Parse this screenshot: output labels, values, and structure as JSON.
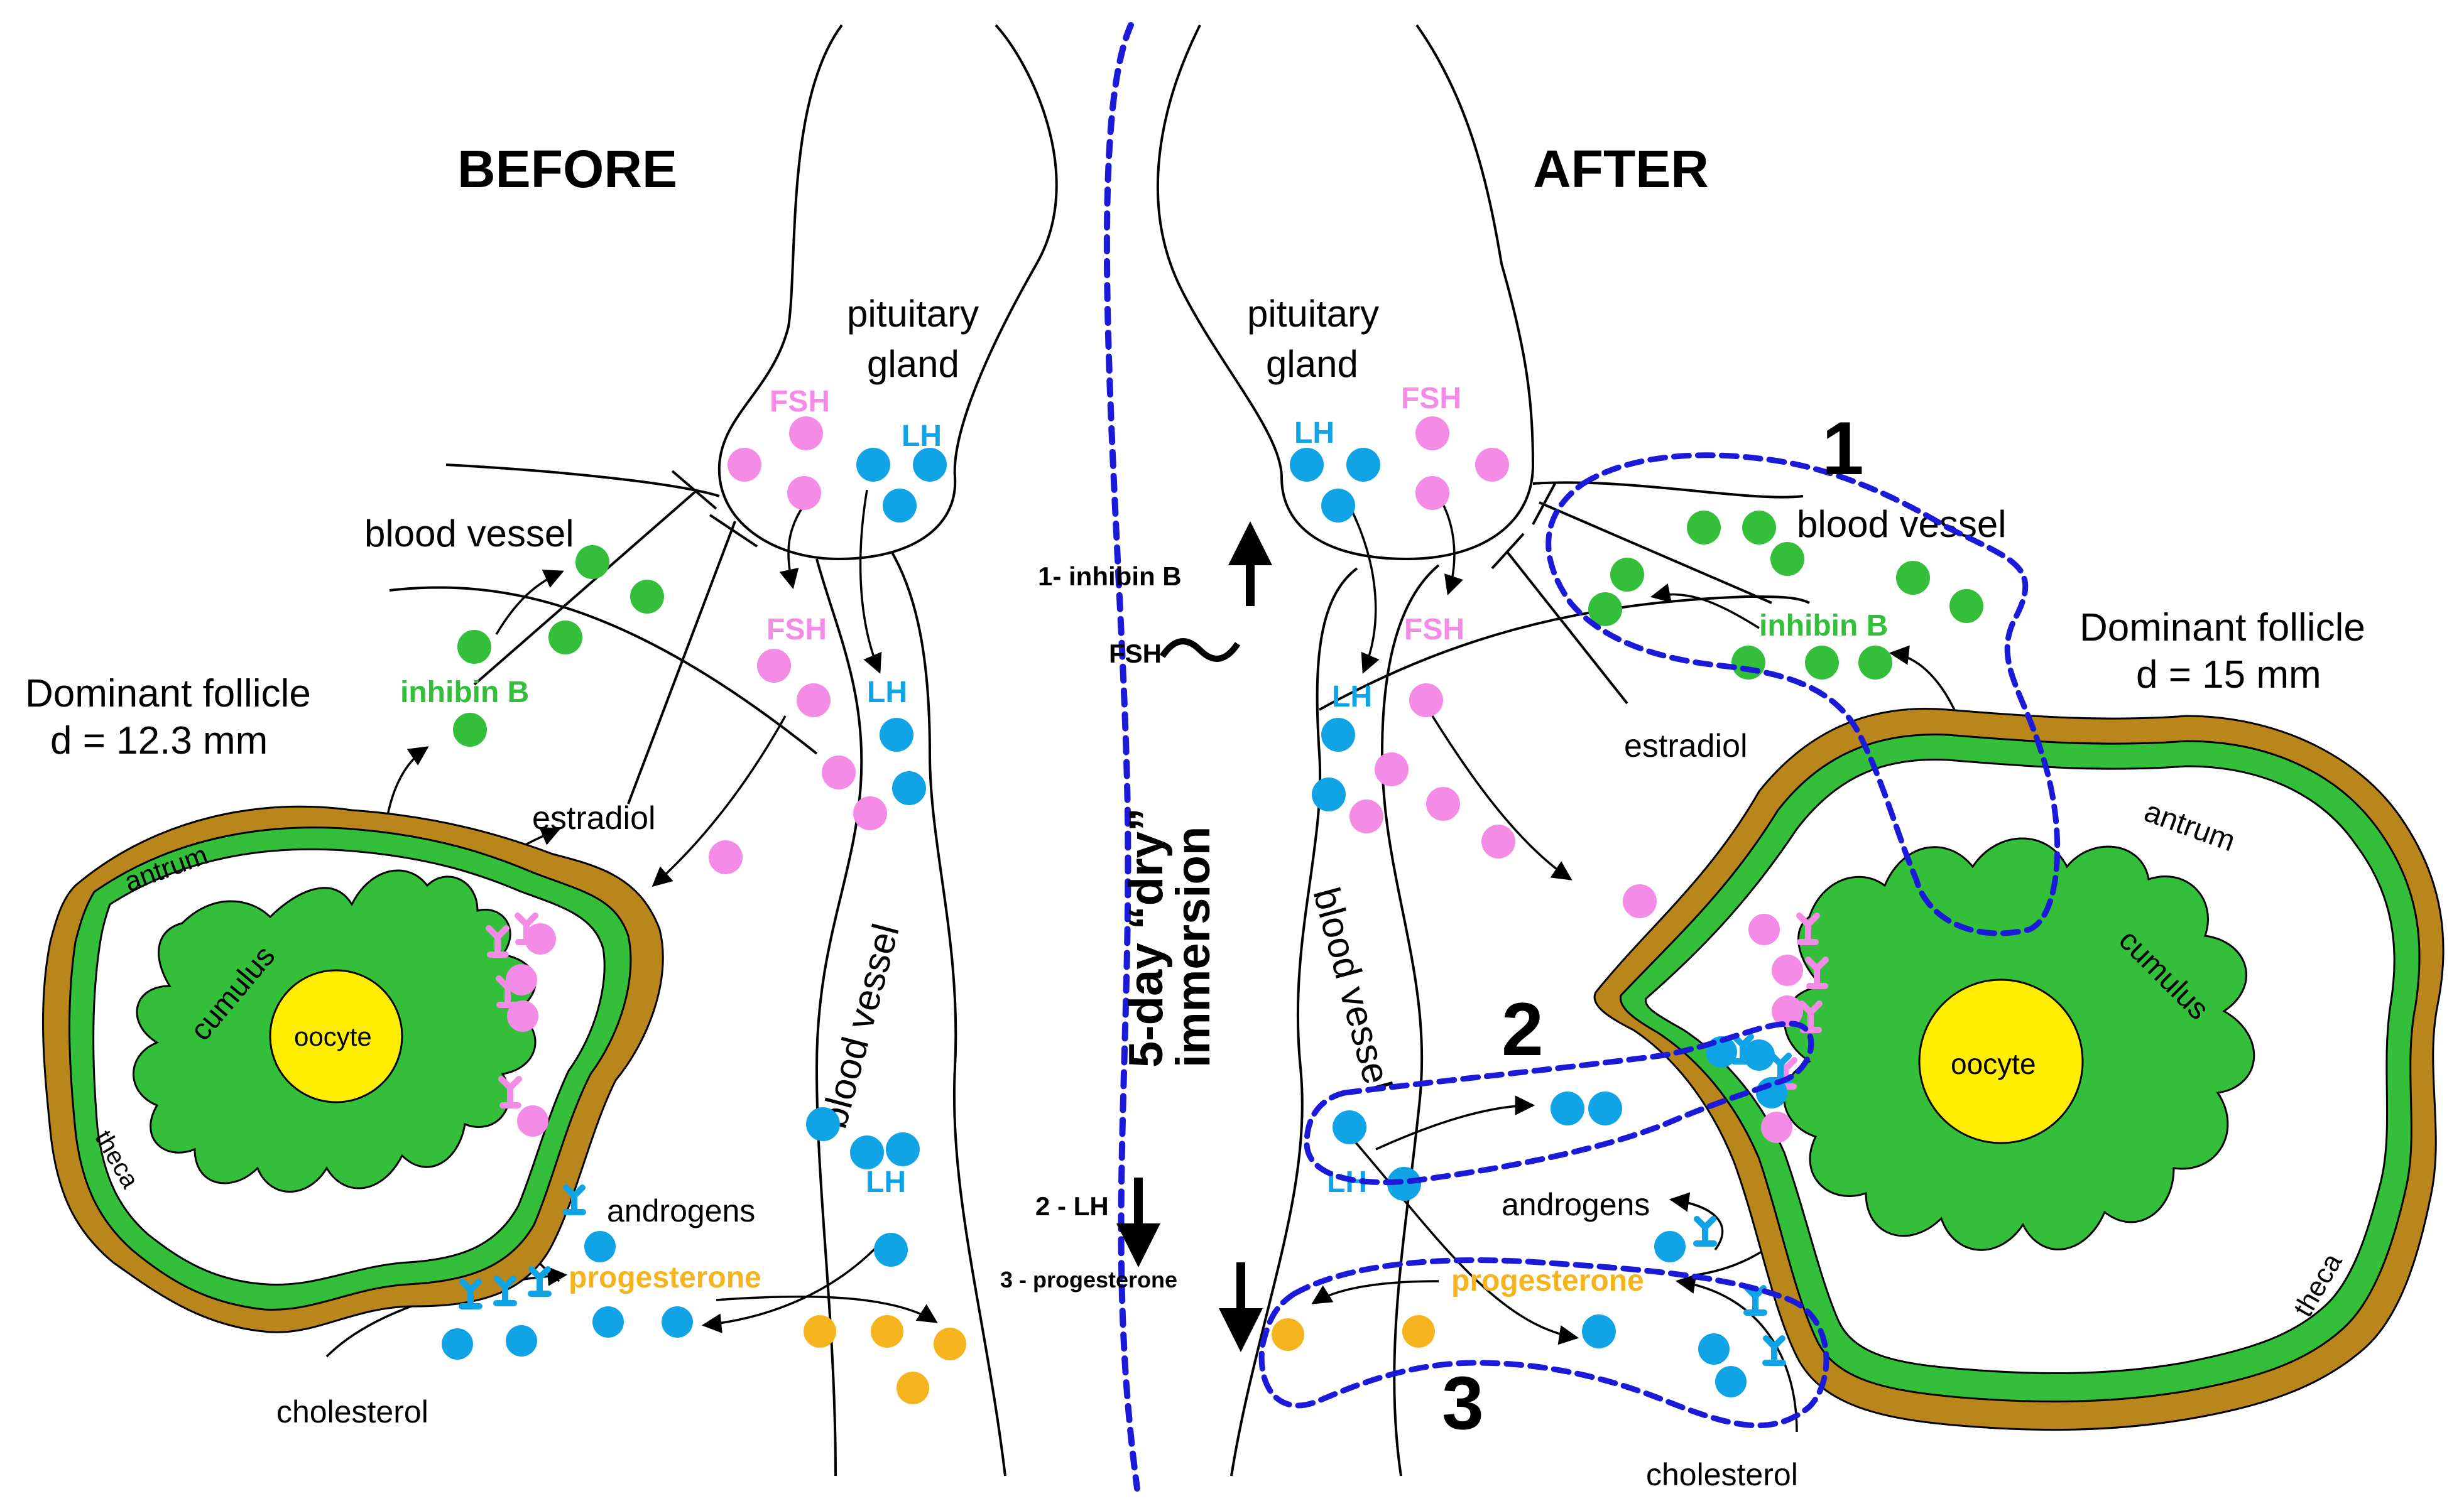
{
  "titles": {
    "before": "BEFORE",
    "after": "AFTER"
  },
  "center": {
    "immersion_line1": "5-day “dry”",
    "immersion_line2": "immersion",
    "step1": "1- inhibin B",
    "fsh_change": "FSH",
    "step2": "2 - LH",
    "step3": "3 - progesterone"
  },
  "before": {
    "pituitary_line1": "pituitary",
    "pituitary_line2": "gland",
    "fsh_top": "FSH",
    "lh_top": "LH",
    "blood_vessel_top": "blood vessel",
    "fsh_mid": "FSH",
    "lh_mid": "LH",
    "inhibin": "inhibin B",
    "estradiol": "estradiol",
    "blood_vessel_side": "blood vessel",
    "follicle_line1": "Dominant follicle",
    "follicle_line2": "d = 12.3 mm",
    "antrum": "antrum",
    "cumulus": "cumulus",
    "oocyte": "oocyte",
    "theca": "theca",
    "androgens": "androgens",
    "progesterone": "progesterone",
    "lh_low": "LH",
    "cholesterol": "cholesterol"
  },
  "after": {
    "pituitary_line1": "pituitary",
    "pituitary_line2": "gland",
    "fsh_top": "FSH",
    "lh_top": "LH",
    "blood_vessel_top": "blood vessel",
    "fsh_mid": "FSH",
    "lh_mid": "LH",
    "inhibin": "inhibin B",
    "estradiol": "estradiol",
    "blood_vessel_side": "blood vessel",
    "follicle_line1": "Dominant follicle",
    "follicle_line2": "d = 15 mm",
    "antrum": "antrum",
    "cumulus": "cumulus",
    "oocyte": "oocyte",
    "theca": "theca",
    "androgens": "androgens",
    "progesterone": "progesterone",
    "lh_low": "LH",
    "cholesterol": "cholesterol",
    "region_1": "1",
    "region_2": "2",
    "region_3": "3"
  },
  "colors": {
    "fsh": "#f48be6",
    "lh": "#10a3e6",
    "inhibin": "#33bf3a",
    "progesterone": "#f5b31d",
    "theca": "#b8861a",
    "cumulus": "#33bf3a",
    "oocyte": "#ffee00",
    "dashed_regions": "#1a1ad8"
  }
}
